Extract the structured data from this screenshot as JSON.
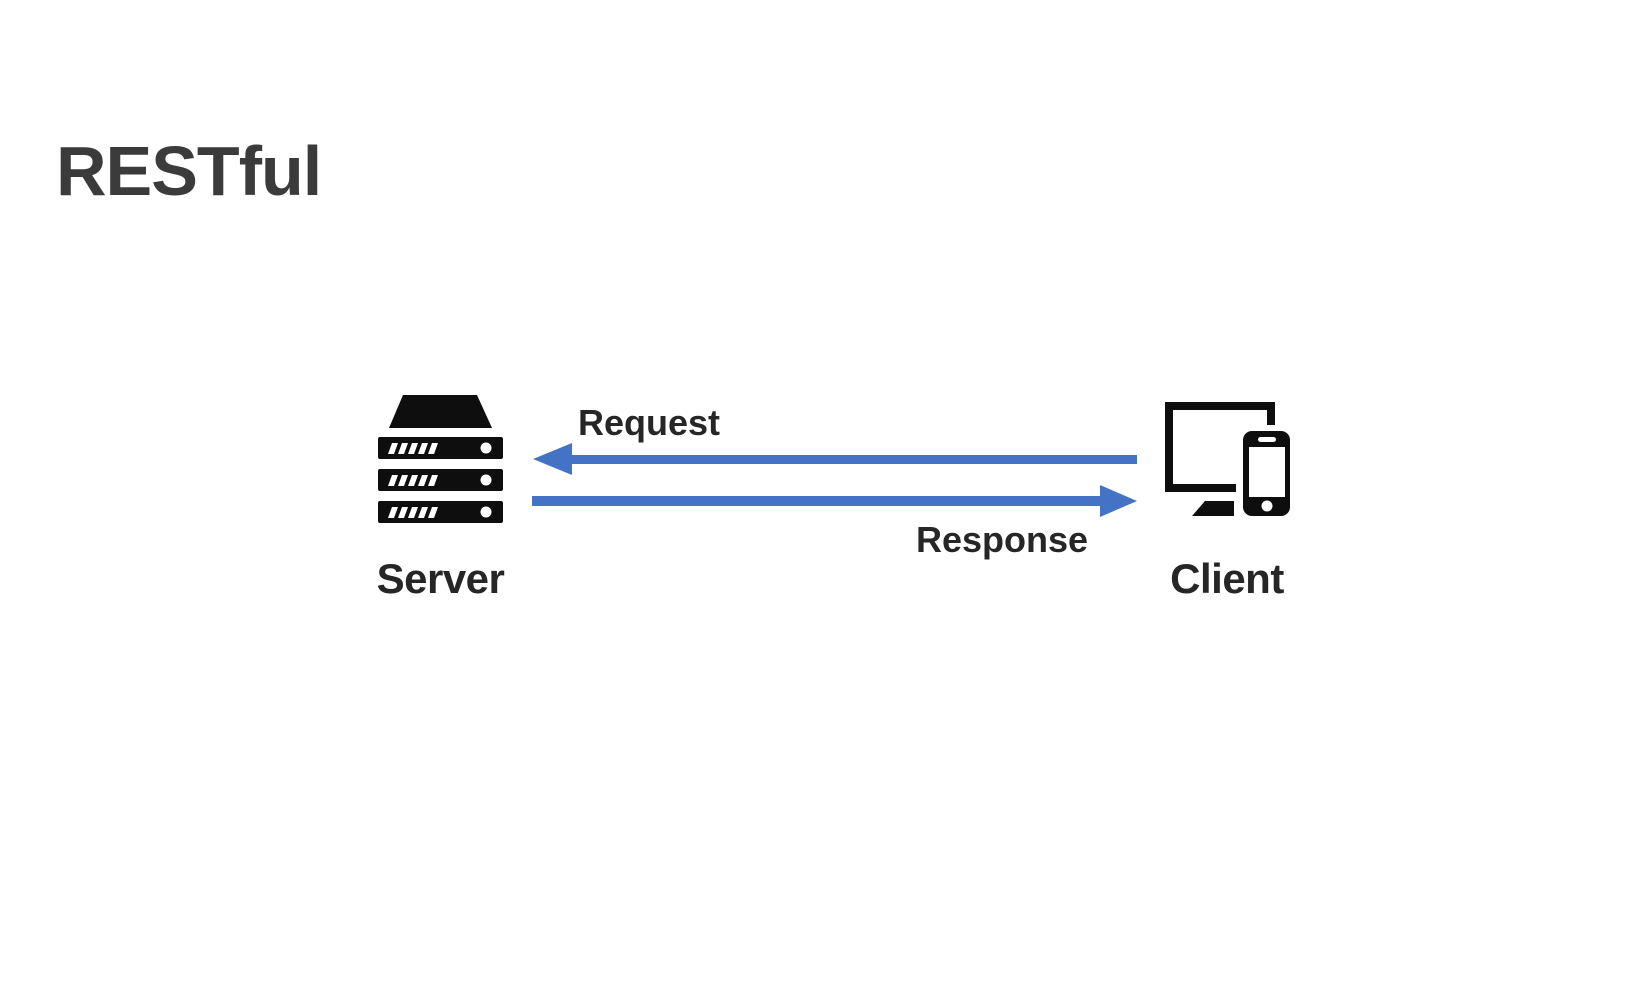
{
  "slide": {
    "title": "RESTful"
  },
  "diagram": {
    "server": {
      "label": "Server",
      "icon": "server-rack-icon"
    },
    "client": {
      "label": "Client",
      "icon": "devices-icon"
    },
    "request_arrow": {
      "label": "Request",
      "direction": "right-to-left",
      "from": "Client",
      "to": "Server"
    },
    "response_arrow": {
      "label": "Response",
      "direction": "left-to-right",
      "from": "Server",
      "to": "Client"
    }
  },
  "colors": {
    "background": "#ffffff",
    "title_text": "#3b3b3b",
    "label_text": "#262626",
    "arrow_blue": "#4472c4",
    "icon_black": "#0e0e0e"
  }
}
